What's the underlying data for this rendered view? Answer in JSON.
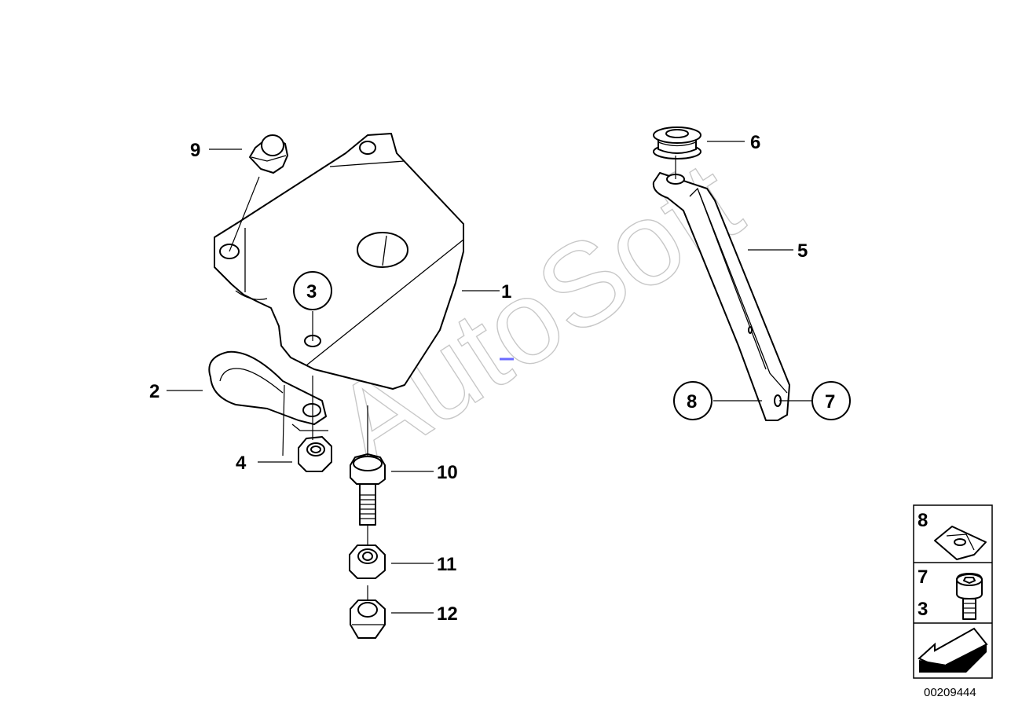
{
  "callouts": {
    "c1": "1",
    "c2": "2",
    "c3": "3",
    "c4": "4",
    "c5": "5",
    "c6": "6",
    "c7": "7",
    "c8": "8",
    "c9": "9",
    "c10": "10",
    "c11": "11",
    "c12": "12"
  },
  "legend": {
    "item_8": "8",
    "item_7": "7",
    "item_3": "3"
  },
  "watermark": "AutoSoft",
  "diagram_id": "00209444"
}
